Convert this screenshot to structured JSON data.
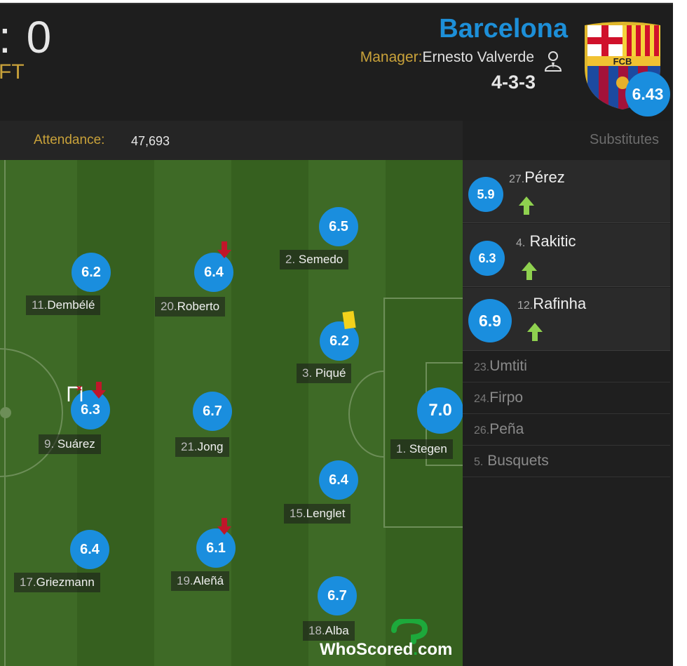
{
  "score": ": 0",
  "status": "FT",
  "team": {
    "name": "Barcelona",
    "manager_label": "Manager:",
    "manager_name": "Ernesto Valverde",
    "formation": "4-3-3",
    "rating": "6.43",
    "crest_text": "FCB"
  },
  "attendance": {
    "label": "Attendance:",
    "value": "47,693"
  },
  "players": [
    {
      "rating": "6.5",
      "number": "2.",
      "name": "Semedo"
    },
    {
      "rating": "6.2",
      "number": "11.",
      "name": "Dembélé"
    },
    {
      "rating": "6.4",
      "number": "20.",
      "name": "Roberto",
      "subbed_off": true
    },
    {
      "rating": "6.2",
      "number": "3.",
      "name": "Piqué",
      "yellow_card": true
    },
    {
      "rating": "6.3",
      "number": "9.",
      "name": "Suárez",
      "subbed_off": true,
      "goal_event": true
    },
    {
      "rating": "6.7",
      "number": "21.",
      "name": "Jong"
    },
    {
      "rating": "7.0",
      "number": "1.",
      "name": "Stegen"
    },
    {
      "rating": "6.4",
      "number": "15.",
      "name": "Lenglet"
    },
    {
      "rating": "6.4",
      "number": "17.",
      "name": "Griezmann"
    },
    {
      "rating": "6.1",
      "number": "19.",
      "name": "Aleñá",
      "subbed_off": true
    },
    {
      "rating": "6.7",
      "number": "18.",
      "name": "Alba"
    }
  ],
  "substitutes": {
    "header": "Substitutes",
    "used": [
      {
        "rating": "5.9",
        "number": "27.",
        "name": "Pérez"
      },
      {
        "rating": "6.3",
        "number": "4.",
        "name": "Rakitic"
      },
      {
        "rating": "6.9",
        "number": "12.",
        "name": "Rafinha"
      }
    ],
    "unused": [
      {
        "number": "23.",
        "name": "Umtiti"
      },
      {
        "number": "24.",
        "name": "Firpo"
      },
      {
        "number": "26.",
        "name": "Peña"
      },
      {
        "number": "5.",
        "name": "Busquets"
      }
    ]
  },
  "watermark": {
    "main": "WhoScored",
    "dot": ".",
    "tld": "com"
  },
  "colors": {
    "rating_blue": "#1a8ede",
    "team_blue": "#1d8fd8",
    "gold": "#c9a23a",
    "pitch_light": "#3e6a26",
    "pitch_dark": "#36601f",
    "sub_on": "#8fd14f",
    "sub_off": "#c0162a",
    "yellow_card": "#f2d21b"
  }
}
